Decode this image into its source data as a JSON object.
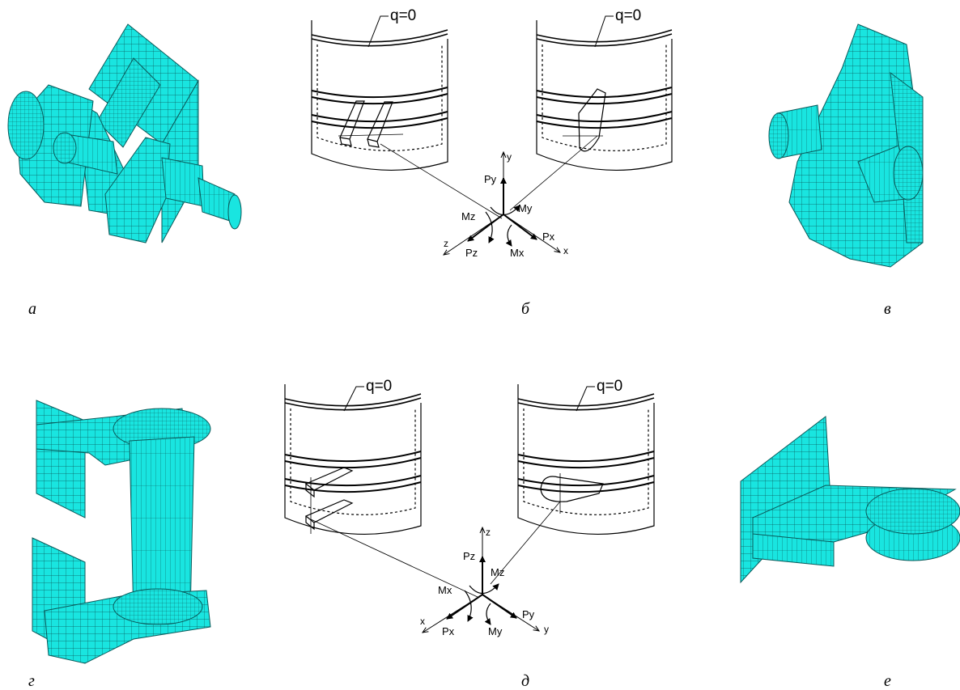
{
  "figure": {
    "panels": [
      {
        "label": "а"
      },
      {
        "label": "б"
      },
      {
        "label": "в"
      },
      {
        "label": "г"
      },
      {
        "label": "д"
      },
      {
        "label": "е"
      }
    ],
    "boundary_condition": "q=0",
    "top_axes": {
      "axes": [
        "x",
        "y",
        "z"
      ],
      "forces": [
        "Px",
        "Py",
        "Pz"
      ],
      "moments": [
        "Mx",
        "My",
        "Mz"
      ]
    },
    "bottom_axes": {
      "axes": [
        "x",
        "y",
        "z"
      ],
      "forces": [
        "Px",
        "Py",
        "Pz"
      ],
      "moments": [
        "Mx",
        "My",
        "Mz"
      ]
    }
  },
  "colors": {
    "mesh_fill": "#19e5e0",
    "mesh_line": "#0a5a5a",
    "ink": "#000000",
    "background": "#ffffff"
  }
}
